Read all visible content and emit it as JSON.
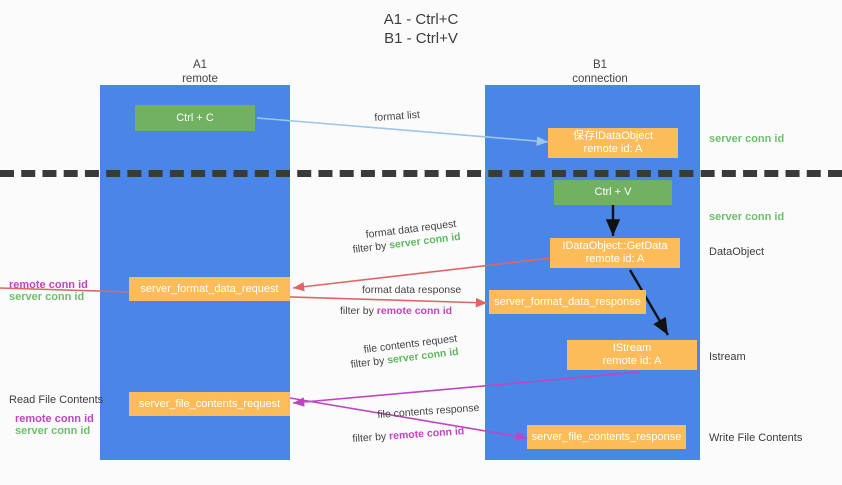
{
  "title": {
    "line1": "A1 - Ctrl+C",
    "line2": "B1 - Ctrl+V"
  },
  "lanes": [
    {
      "name": "A1",
      "role": "remote"
    },
    {
      "name": "B1",
      "role": "connection"
    }
  ],
  "colors": {
    "lane": "#4a86e8",
    "green_box": "#72b162",
    "orange_box": "#fbbc59",
    "server_conn_id": "#5fb85f",
    "remote_conn_id": "#c045c0",
    "arrow_format_list": "#9fc5e8",
    "arrow_red": "#e06666",
    "arrow_magenta": "#c045c0",
    "arrow_black": "#000000",
    "divider": "#3a3a3a"
  },
  "boxes": {
    "ctrl_c": {
      "line1": "Ctrl + C"
    },
    "ctrl_v": {
      "line1": "Ctrl + V"
    },
    "save_idataobject": {
      "line1": "保存IDataObject",
      "line2": "remote id: A"
    },
    "getdata": {
      "line1": "IDataObject::GetData",
      "line2": "remote id: A"
    },
    "istream": {
      "line1": "IStream",
      "line2": "remote id: A"
    },
    "server_format_data_request": {
      "line1": "server_format_data_request"
    },
    "server_format_data_response": {
      "line1": "server_format_data_response"
    },
    "server_file_contents_request": {
      "line1": "server_file_contents_request"
    },
    "server_file_contents_response": {
      "line1": "server_file_contents_response"
    }
  },
  "edge_labels": {
    "format_list": "format list",
    "format_data_request": "format data request",
    "format_data_request_filter_prefix": "filter by ",
    "format_data_request_filter_value": "server conn id",
    "format_data_response": "format data response",
    "format_data_response_filter_prefix": "filter by ",
    "format_data_response_filter_value": "remote conn id",
    "file_contents_request": "file contents request",
    "file_contents_request_filter_prefix": "filter by ",
    "file_contents_request_filter_value": "server conn id",
    "file_contents_response": "file contents response",
    "file_contents_response_filter_prefix": "filter by ",
    "file_contents_response_filter_value": "remote conn id"
  },
  "right_annotations": {
    "server_conn_id_1": "server conn id",
    "server_conn_id_2": "server conn id",
    "dataobject": "DataObject",
    "istream": "Istream",
    "write_file_contents": "Write File Contents"
  },
  "left_annotations": {
    "remote_conn_id_1": "remote conn id",
    "server_conn_id_1": "server conn id",
    "read_file_contents": "Read File Contents",
    "remote_conn_id_2": "remote conn id",
    "server_conn_id_2": "server conn id"
  }
}
